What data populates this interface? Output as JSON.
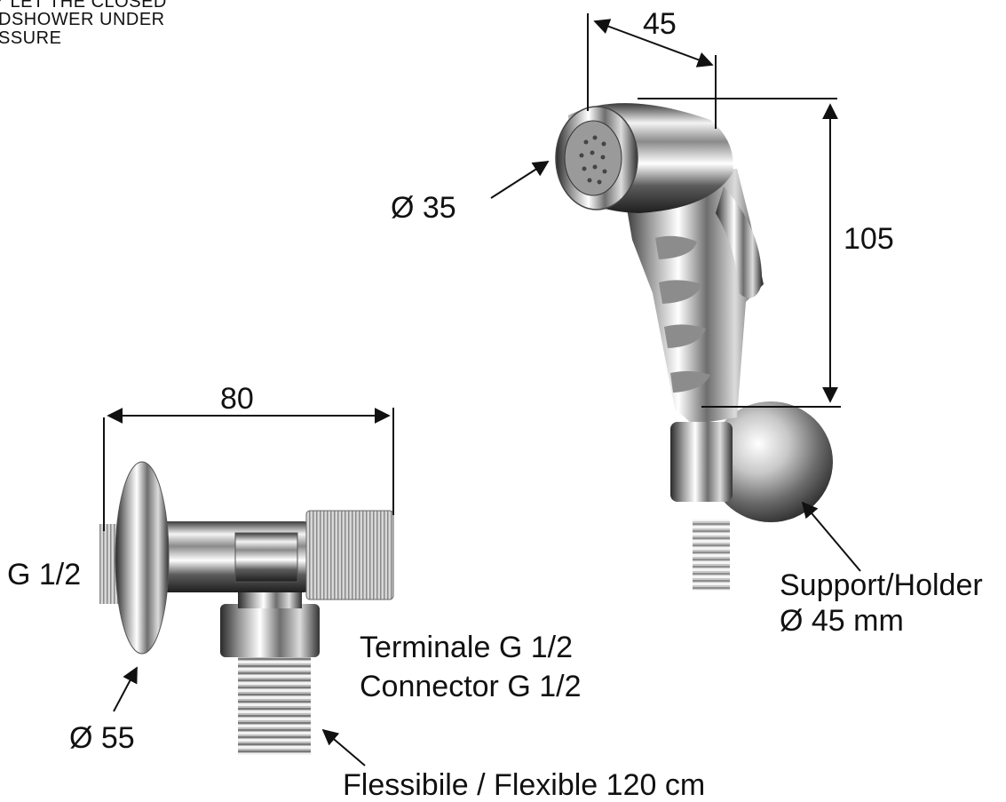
{
  "note": {
    "line1": "Y LET THE CLOSED",
    "line2": "DSHOWER  UNDER",
    "line3": "SSURE"
  },
  "dimensions": {
    "head_width": "45",
    "head_height": "105",
    "head_diameter": "Ø 35",
    "valve_length": "80",
    "valve_thread": "G 1/2",
    "flange_diameter": "Ø 55"
  },
  "callouts": {
    "holder_line1": "Support/Holder",
    "holder_line2": "Ø 45 mm",
    "terminal_line1": "Terminale G 1/2",
    "terminal_line2": "Connector  G 1/2",
    "hose": "Flessibile / Flexible 120 cm"
  }
}
